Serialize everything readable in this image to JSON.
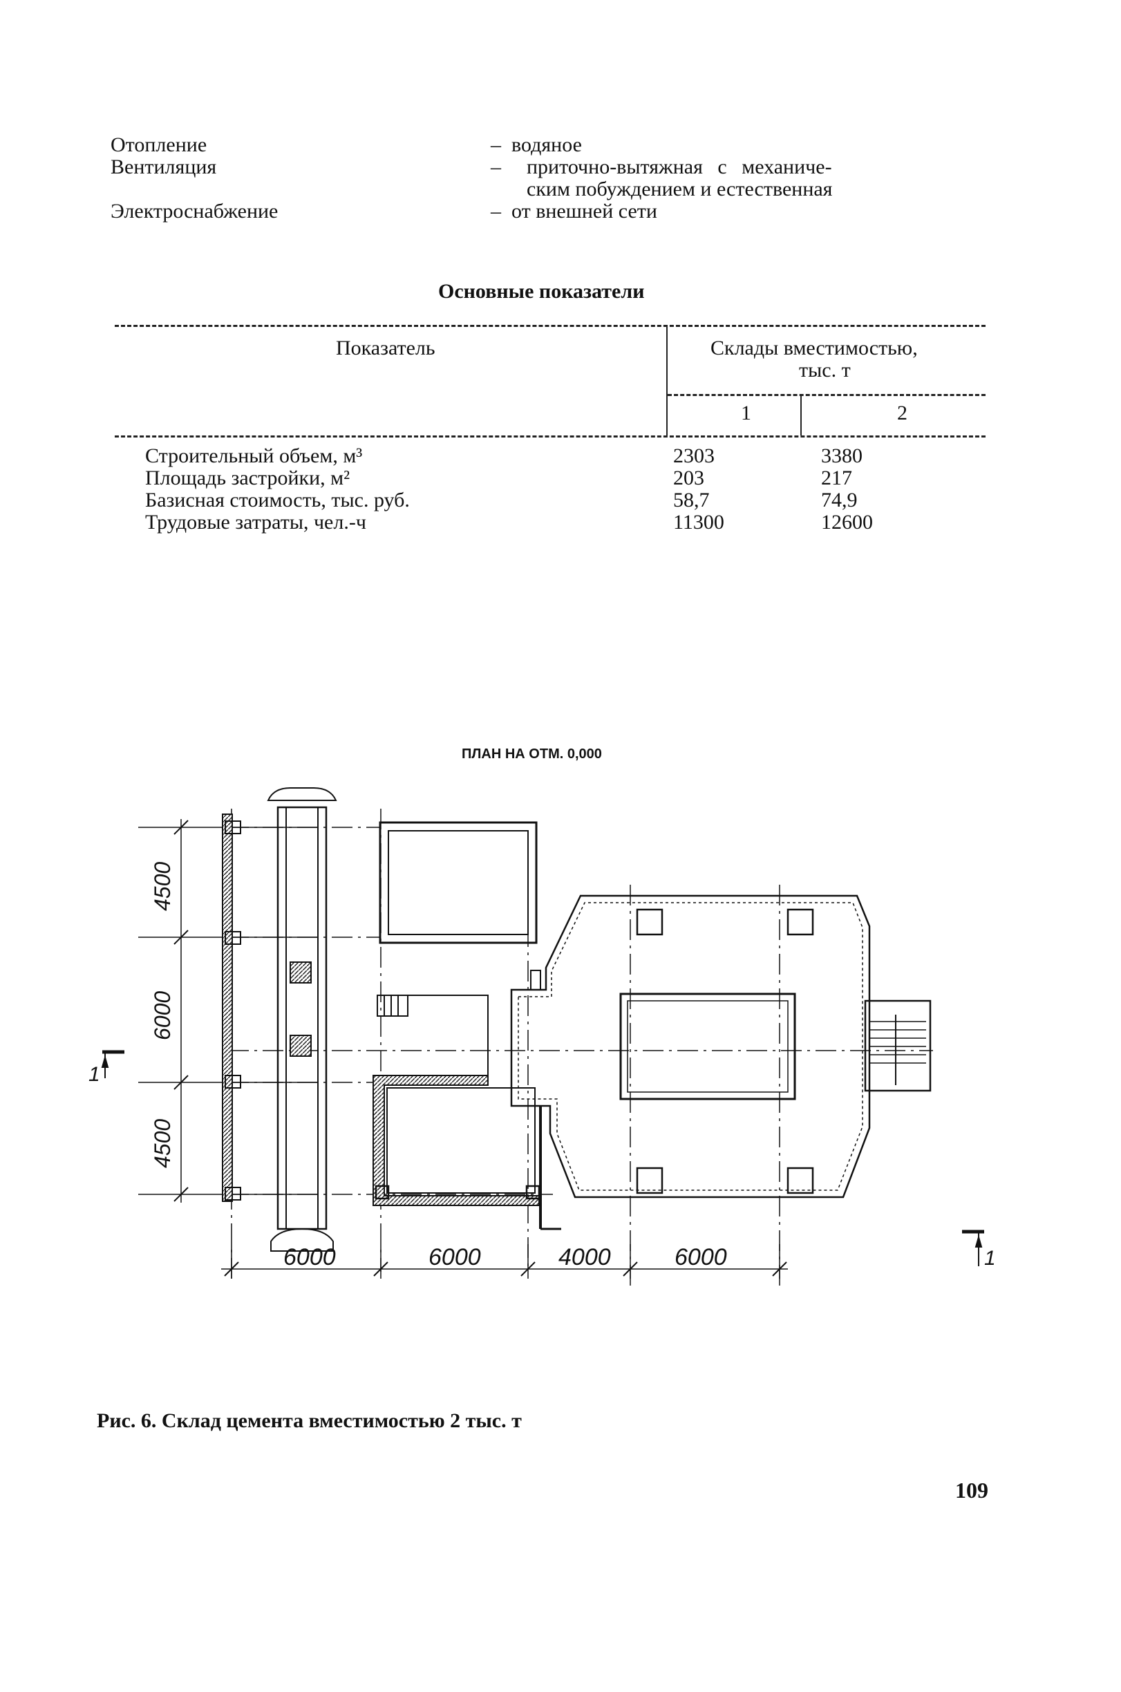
{
  "specs": [
    {
      "label": "Отопление",
      "dash": "–",
      "value": "водяное",
      "value2": ""
    },
    {
      "label": "Вентиляция",
      "dash": "–",
      "value": "приточно-вытяжная с механиче-",
      "value2": "ским побуждением и естественная"
    },
    {
      "label": "Электроснабжение",
      "dash": "–",
      "value": "от внешней сети",
      "value2": ""
    }
  ],
  "table": {
    "title": "Основные показатели",
    "col_indicator": "Показатель",
    "col_group_line1": "Склады вместимостью,",
    "col_group_line2": "тыс. т",
    "sub_cols": [
      "1",
      "2"
    ],
    "rows": [
      {
        "name": "Строительный объем, м³",
        "v1": "2303",
        "v2": "3380"
      },
      {
        "name": "Площадь застройки, м²",
        "v1": "203",
        "v2": "217"
      },
      {
        "name": "Базисная стоимость, тыс. руб.",
        "v1": "58,7",
        "v2": "74,9"
      },
      {
        "name": "Трудовые затраты, чел.-ч",
        "v1": "11300",
        "v2": "12600"
      }
    ]
  },
  "plan": {
    "title": "ПЛАН НА ОТМ. 0,000",
    "dims_vertical": [
      "4500",
      "6000",
      "4500"
    ],
    "dims_horizontal": [
      "6000",
      "6000",
      "4000",
      "6000"
    ],
    "section_mark": "1"
  },
  "caption": "Рис. 6. Склад цемента  вместимостью 2 тыс. т",
  "page_number": "109"
}
